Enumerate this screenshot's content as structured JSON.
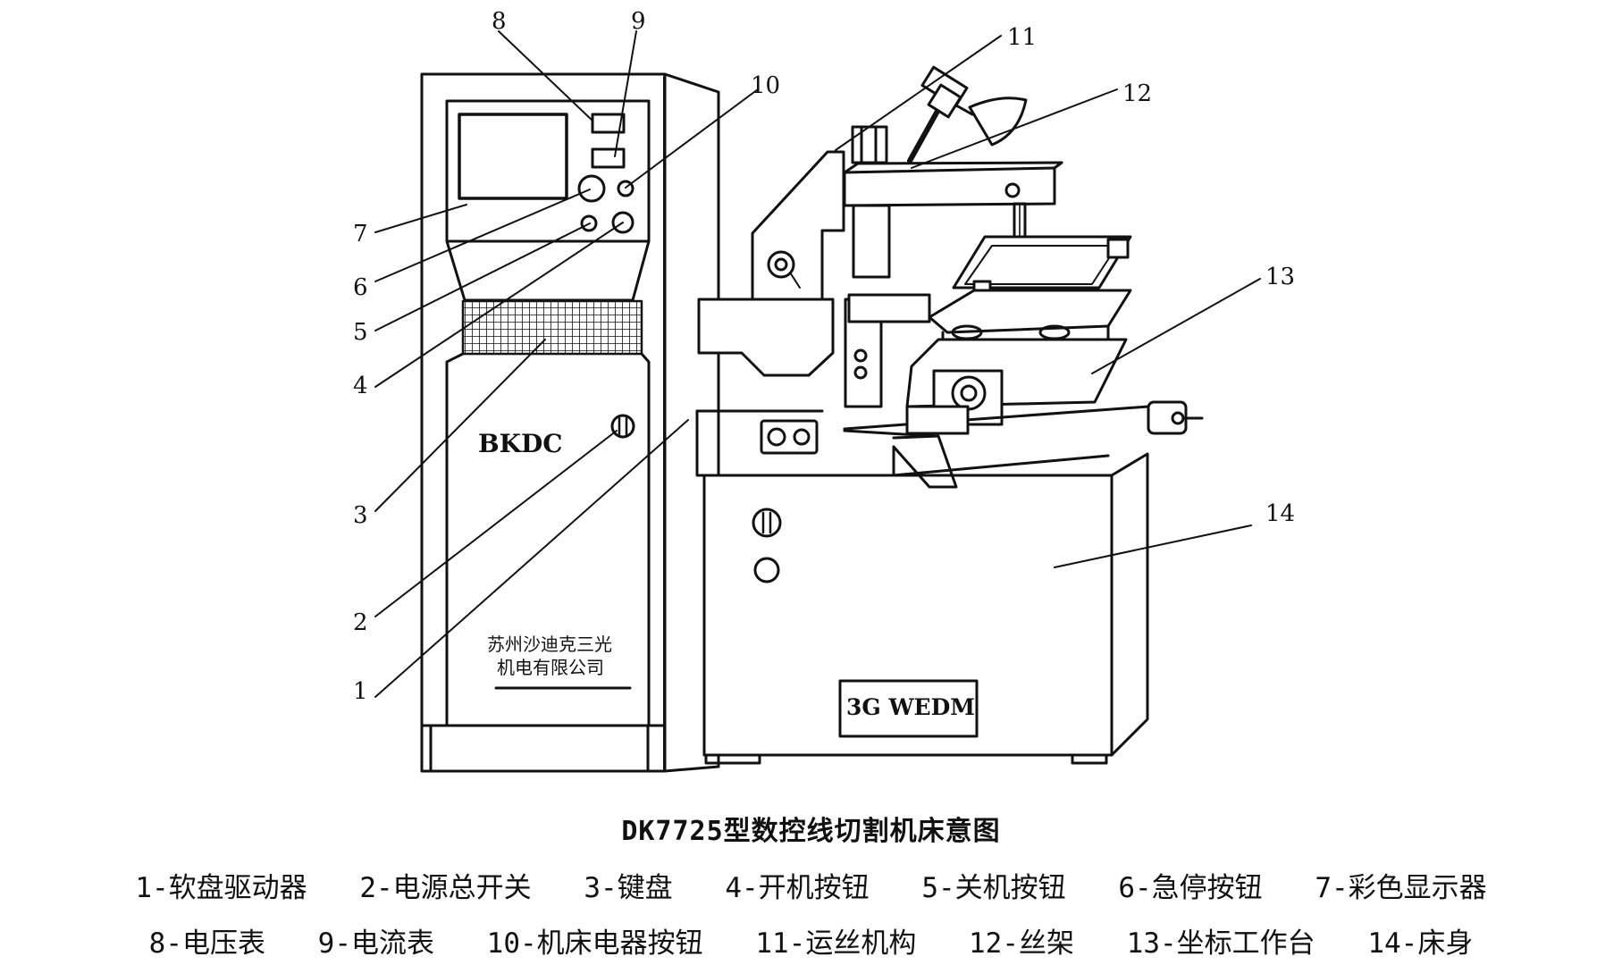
{
  "figure": {
    "cabinet_brand": "BKDC",
    "cabinet_maker_line1": "苏州沙迪克三光",
    "cabinet_maker_line2": "机电有限公司",
    "machine_plate": "3G WEDM",
    "callouts": [
      "1",
      "2",
      "3",
      "4",
      "5",
      "6",
      "7",
      "8",
      "9",
      "10",
      "11",
      "12",
      "13",
      "14"
    ]
  },
  "caption": {
    "title": "DK7725型数控线切割机床意图"
  },
  "legend": {
    "line1": [
      "1-软盘驱动器",
      "2-电源总开关",
      "3-键盘",
      "4-开机按钮",
      "5-关机按钮",
      "6-急停按钮",
      "7-彩色显示器"
    ],
    "line2": [
      "8-电压表",
      "9-电流表",
      "10-机床电器按钮",
      "11-运丝机构",
      "12-丝架",
      "13-坐标工作台",
      "14-床身"
    ]
  }
}
